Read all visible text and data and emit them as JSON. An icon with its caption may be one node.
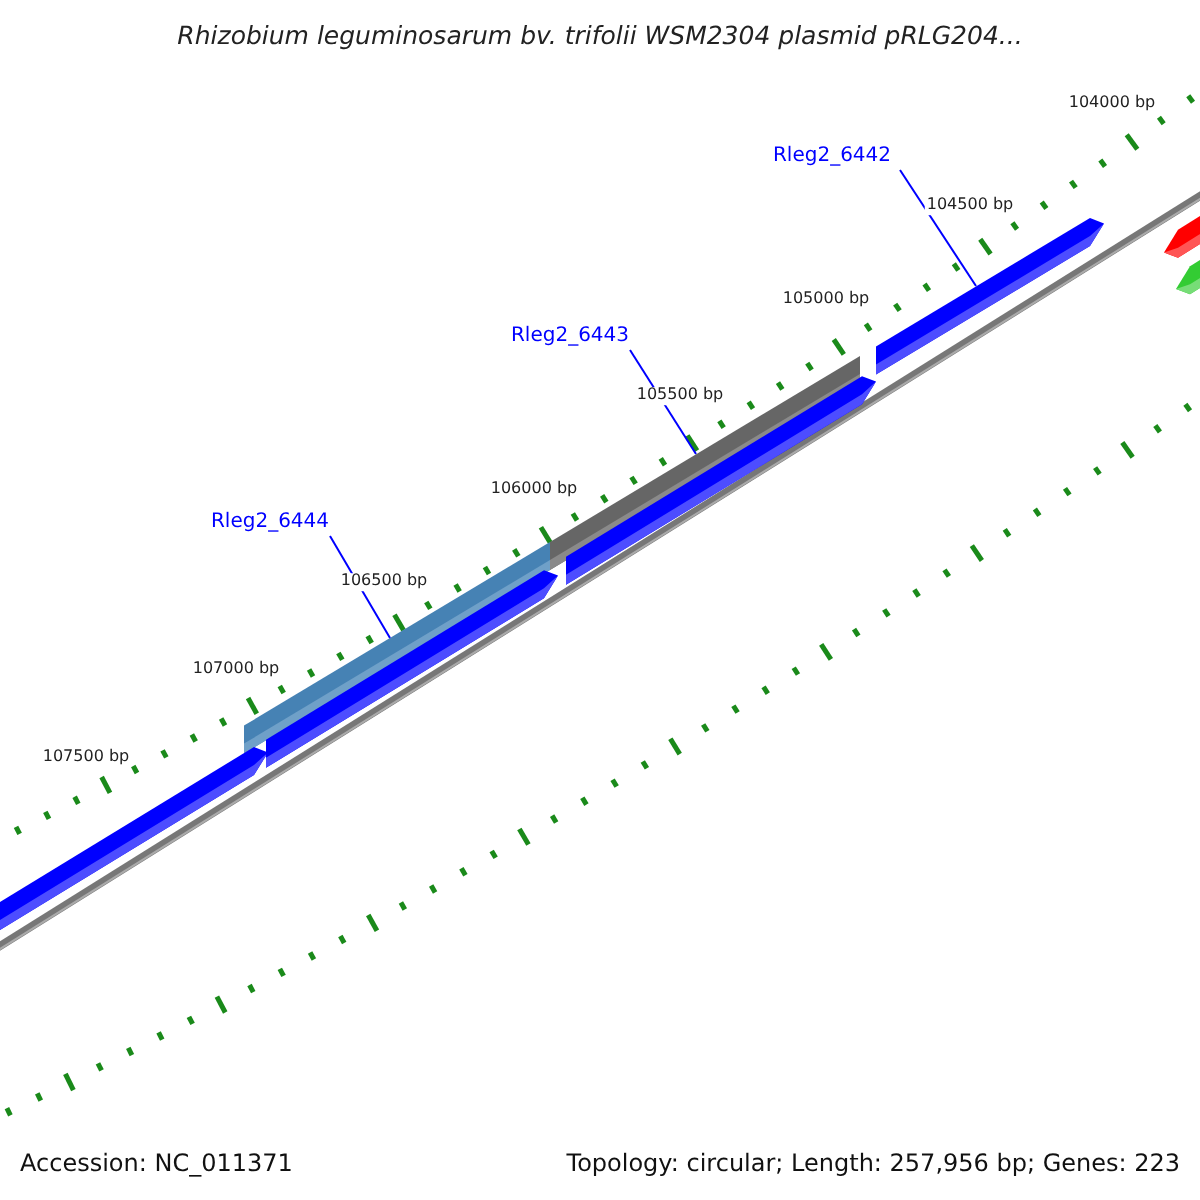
{
  "diagram": {
    "title": "Rhizobium leguminosarum bv. trifolii WSM2304 plasmid pRLG204...",
    "nodes": [
      {
        "text": [
          "Rleg2_6442"
        ]
      },
      {
        "text": [],
        "shape": "bar"
      },
      {
        "text": [
          "Rleg2_6443"
        ]
      },
      {
        "text": [],
        "shape": "bar"
      },
      {
        "text": [
          "Rleg2_6444"
        ]
      },
      {
        "text": [],
        "shape": "bar"
      },
      {
        "text": [],
        "shape": "bar"
      },
      {
        "text": [],
        "shape": "bar"
      },
      {
        "text": [],
        "shape": "bar"
      },
      {
        "text": [],
        "shape": "bar"
      },
      {
        "text": [],
        "shape": "bar"
      }
    ],
    "edges": [
      {
        "from": 0,
        "to": 1,
        "arrow": "none"
      },
      {
        "from": 2,
        "to": 3,
        "arrow": "none"
      },
      {
        "from": 4,
        "to": 5,
        "arrow": "none"
      }
    ],
    "labels": [
      "104000 bp",
      "104500 bp",
      "105000 bp",
      "105500 bp",
      "106000 bp",
      "106500 bp",
      "107000 bp",
      "107500 bp",
      "Accession: NC_011371",
      "Topology: circular; Length: 257,956 bp; Genes: 223"
    ]
  }
}
